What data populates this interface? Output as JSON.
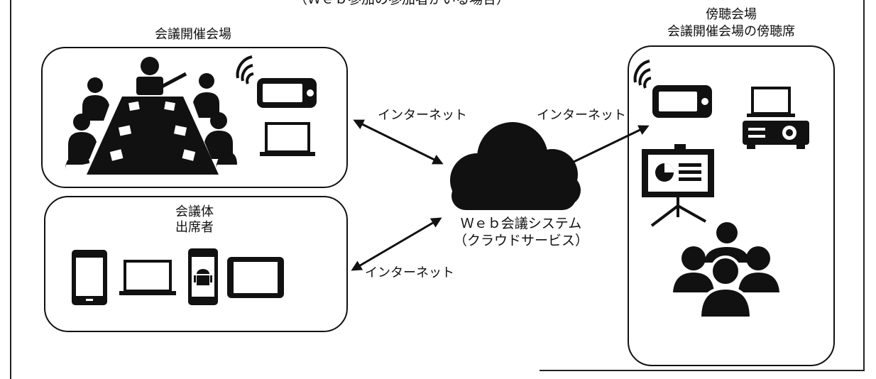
{
  "header_caption": "（Ｗｅｂ参加の参加者がいる場合）",
  "venue": {
    "title": "会議開催会場"
  },
  "attendees": {
    "title_line1": "会議体",
    "title_line2": "出席者"
  },
  "audience": {
    "title_line1": "傍聴会場",
    "title_line2": "会議開催会場の傍聴席"
  },
  "cloud": {
    "label_line1": "Ｗｅｂ会議システム",
    "label_line2": "（クラウドサービス）"
  },
  "links": {
    "venue_internet": "インターネット",
    "attendees_internet": "インターネット",
    "audience_internet": "インターネット"
  }
}
